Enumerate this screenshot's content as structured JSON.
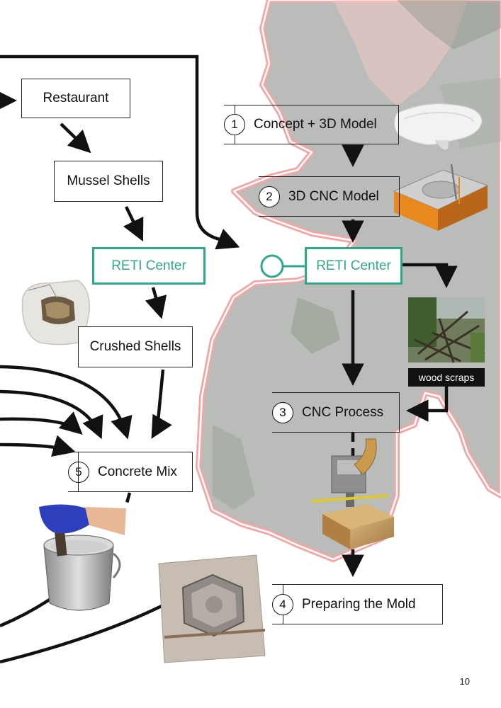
{
  "colors": {
    "reti_green": "#2ea88b",
    "map_outline": "#f2a6a6",
    "arrow": "#111111",
    "cnc_orange": "#e8891f"
  },
  "nodes": {
    "restaurant": "Restaurant",
    "mussel_shells": "Mussel Shells",
    "reti_center_left": "RETI Center",
    "crushed_shells": "Crushed Shells",
    "concrete_mix": "Concrete Mix",
    "concrete_mix_number": "5",
    "concept_model": "Concept + 3D Model",
    "concept_model_number": "1",
    "cnc_model": "3D CNC Model",
    "cnc_model_number": "2",
    "reti_center_right": "RETI Center",
    "cnc_process": "CNC Process",
    "cnc_process_number": "3",
    "preparing_mold": "Preparing the Mold",
    "preparing_mold_number": "4"
  },
  "labels": {
    "wood_scraps": "wood scraps"
  },
  "page_number": "10",
  "images": {
    "map": "satellite-map-icon",
    "shell_bag": "shell-bag-photo",
    "concept_render": "concept-model-render",
    "cnc_render": "cnc-model-render",
    "wood_pile": "wood-scraps-photo",
    "cnc_machine": "cnc-machine-photo",
    "mixing_bucket": "mixing-bucket-photo",
    "hex_mold": "hexagonal-mold-photo"
  }
}
